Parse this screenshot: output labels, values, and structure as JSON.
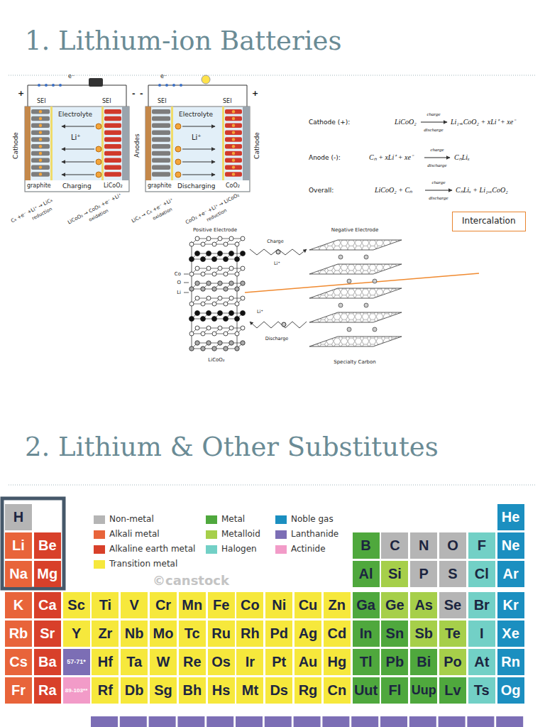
{
  "diagram": {
    "title": "1. Lithium-ion Batteries",
    "nodes": [
      {
        "text": [
          "Intercalation"
        ]
      },
      {
        "text": [
          "H"
        ]
      },
      {
        "text": [
          "He"
        ]
      },
      {
        "text": [
          "Li"
        ]
      },
      {
        "text": [
          "Be"
        ]
      },
      {
        "text": [
          "B"
        ]
      },
      {
        "text": [
          "C"
        ]
      },
      {
        "text": [
          "N"
        ]
      },
      {
        "text": [
          "O"
        ]
      },
      {
        "text": [
          "F"
        ]
      },
      {
        "text": [
          "Ne"
        ]
      },
      {
        "text": [
          "Na"
        ]
      },
      {
        "text": [
          "Mg"
        ]
      },
      {
        "text": [
          "Al"
        ]
      },
      {
        "text": [
          "Si"
        ]
      },
      {
        "text": [
          "P"
        ]
      },
      {
        "text": [
          "S"
        ]
      },
      {
        "text": [
          "Cl"
        ]
      },
      {
        "text": [
          "Ar"
        ]
      },
      {
        "text": [
          "K"
        ]
      },
      {
        "text": [
          "Ca"
        ]
      },
      {
        "text": [
          "Sc"
        ]
      },
      {
        "text": [
          "Ti"
        ]
      },
      {
        "text": [
          "V"
        ]
      },
      {
        "text": [
          "Cr"
        ]
      },
      {
        "text": [
          "Mn"
        ]
      },
      {
        "text": [
          "Fe"
        ]
      },
      {
        "text": [
          "Co"
        ]
      },
      {
        "text": [
          "Ni"
        ]
      },
      {
        "text": [
          "Cu"
        ]
      },
      {
        "text": [
          "Zn"
        ]
      },
      {
        "text": [
          "Ga"
        ]
      },
      {
        "text": [
          "Ge"
        ]
      },
      {
        "text": [
          "As"
        ]
      },
      {
        "text": [
          "Se"
        ]
      },
      {
        "text": [
          "Br"
        ]
      },
      {
        "text": [
          "Kr"
        ]
      },
      {
        "text": [
          "Rb"
        ]
      },
      {
        "text": [
          "Sr"
        ]
      },
      {
        "text": [
          "Y"
        ]
      },
      {
        "text": [
          "Zr"
        ]
      },
      {
        "text": [
          "Nb"
        ]
      },
      {
        "text": [
          "Mo"
        ]
      },
      {
        "text": [
          "Tc"
        ]
      },
      {
        "text": [
          "Ru"
        ]
      },
      {
        "text": [
          "Rh"
        ]
      },
      {
        "text": [
          "Pd"
        ]
      },
      {
        "text": [
          "Ag"
        ]
      },
      {
        "text": [
          "Cd"
        ]
      },
      {
        "text": [
          "In"
        ]
      },
      {
        "text": [
          "Sn"
        ]
      },
      {
        "text": [
          "Sb"
        ]
      },
      {
        "text": [
          "Te"
        ]
      },
      {
        "text": [
          "I"
        ]
      },
      {
        "text": [
          "Xe"
        ]
      },
      {
        "text": [
          "Cs"
        ]
      },
      {
        "text": [
          "Ba"
        ]
      },
      {
        "text": [
          "57-71*"
        ]
      },
      {
        "text": [
          "Hf"
        ]
      },
      {
        "text": [
          "Ta"
        ]
      },
      {
        "text": [
          "W"
        ]
      },
      {
        "text": [
          "Re"
        ]
      },
      {
        "text": [
          "Os"
        ]
      },
      {
        "text": [
          "Ir"
        ]
      },
      {
        "text": [
          "Pt"
        ]
      },
      {
        "text": [
          "Au"
        ]
      },
      {
        "text": [
          "Hg"
        ]
      },
      {
        "text": [
          "Tl"
        ]
      },
      {
        "text": [
          "Pb"
        ]
      },
      {
        "text": [
          "Bi"
        ]
      },
      {
        "text": [
          "Po"
        ]
      },
      {
        "text": [
          "At"
        ]
      },
      {
        "text": [
          "Rn"
        ]
      },
      {
        "text": [
          "Fr"
        ]
      },
      {
        "text": [
          "Ra"
        ]
      },
      {
        "text": [
          "89-103**"
        ]
      },
      {
        "text": [
          "Rf"
        ]
      },
      {
        "text": [
          "Db"
        ]
      },
      {
        "text": [
          "Sg"
        ]
      },
      {
        "text": [
          "Bh"
        ]
      },
      {
        "text": [
          "Hs"
        ]
      },
      {
        "text": [
          "Mt"
        ]
      },
      {
        "text": [
          "Ds"
        ]
      },
      {
        "text": [
          "Rg"
        ]
      },
      {
        "text": [
          "Cn"
        ]
      },
      {
        "text": [
          "Uut"
        ]
      },
      {
        "text": [
          "Fl"
        ]
      },
      {
        "text": [
          "Uup"
        ]
      },
      {
        "text": [
          "Lv"
        ]
      },
      {
        "text": [
          "Ts"
        ]
      },
      {
        "text": [
          "Og"
        ]
      }
    ],
    "labels": [
      "2. Lithium & Other Substitutes",
      "+",
      "-",
      "e⁻",
      "SEI",
      "Electrolyte",
      "SEI",
      "Cathode",
      "Li⁺",
      "graphite",
      "Charging",
      "LiCoO₂",
      "Anodes",
      "-",
      "e⁻",
      "SEI",
      "Electrolyte",
      "SEI",
      "Li⁺",
      "graphite",
      "Discharging",
      "CoO₂",
      "Cathode",
      "+",
      "C₆ +e⁻ +Li⁺ → LiC₆",
      "reduction",
      "LiCoO₂ → CoO₂ +e⁻ +Li⁺",
      "oxidation",
      "LiC₆ → C₆ +e⁻ +Li⁺",
      "oxidation",
      "CoO₂ +e⁻ +Li⁺ → LiCoO₂",
      "reduction",
      "Cathode (+):",
      "LiCoO₂",
      "charge",
      "discharge",
      "Li₁₋ₓCoO₂ + xLi⁺ + xe⁻",
      "Anode (-):",
      "Cₙ + xLi⁺ + xe⁻",
      "charge",
      "discharge",
      "CₙLiₓ",
      "Overall:",
      "LiCoO₂ + Cₙ",
      "charge",
      "discharge",
      "CₙLiₓ + Li₁₋ₓCoO₂",
      "Positive Electrode",
      "Negative Electrode",
      "Charge",
      "Li⁺",
      "Co",
      "O",
      "Li",
      "Li⁺",
      "Discharge",
      "LiCoO₂",
      "Specialty Carbon",
      "©canstock"
    ],
    "legend": [
      {
        "text": "Non-metal",
        "color": "#b5b5b5"
      },
      {
        "text": "Alkali metal",
        "color": "#e8643a"
      },
      {
        "text": "Alkaline earth metal",
        "color": "#d8402a"
      },
      {
        "text": "Transition metal",
        "color": "#f6e83c"
      },
      {
        "text": "Metal",
        "color": "#4fa83d"
      },
      {
        "text": "Metalloid",
        "color": "#a6cf4a"
      },
      {
        "text": "Halogen",
        "color": "#72d0c6"
      },
      {
        "text": "Noble gas",
        "color": "#1b8fc0"
      },
      {
        "text": "Lanthanide",
        "color": "#7c6eb5"
      },
      {
        "text": "Actinide",
        "color": "#f29bc8"
      }
    ]
  }
}
